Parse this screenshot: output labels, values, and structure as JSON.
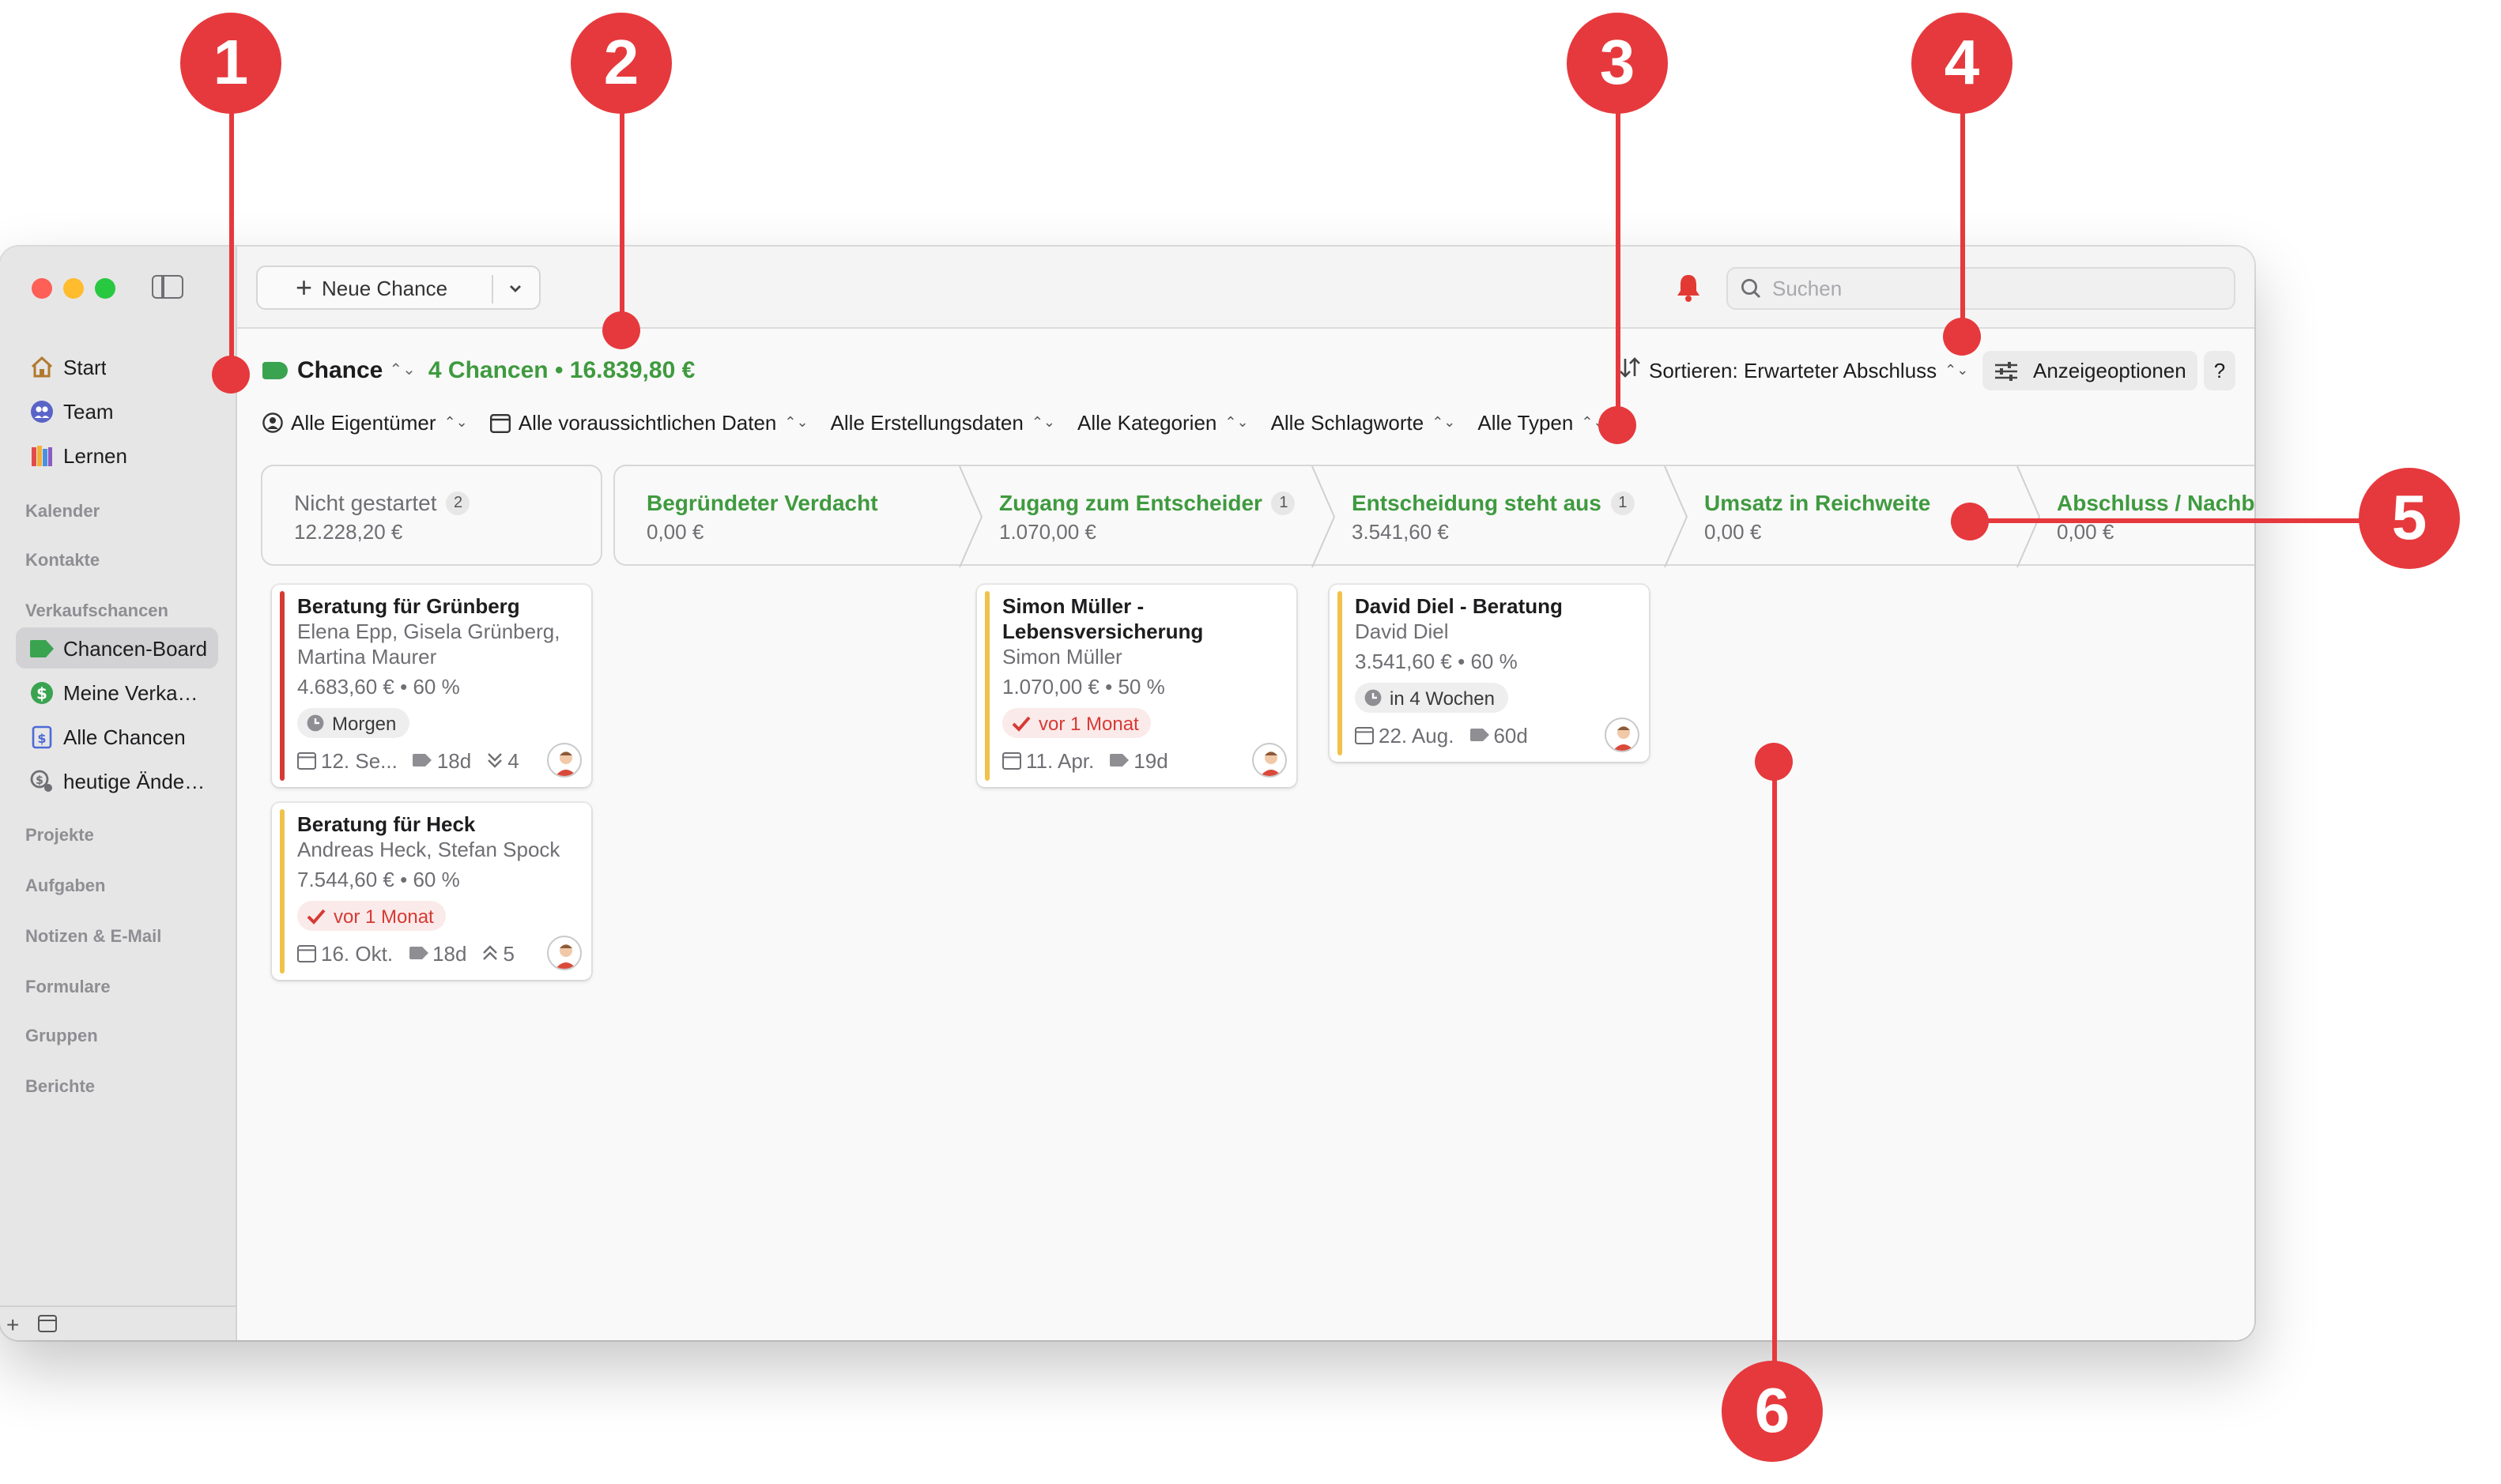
{
  "toolbar": {
    "new_label": "Neue Chance",
    "search_placeholder": "Suchen"
  },
  "sidebar": {
    "items_top": [
      {
        "label": "Start",
        "icon": "home-icon"
      },
      {
        "label": "Team",
        "icon": "team-icon"
      },
      {
        "label": "Lernen",
        "icon": "books-icon"
      }
    ],
    "sections": {
      "kalender": "Kalender",
      "kontakte": "Kontakte",
      "verkaufschancen": "Verkaufschancen",
      "projekte": "Projekte",
      "aufgaben": "Aufgaben",
      "notizen": "Notizen & E-Mail",
      "formulare": "Formulare",
      "gruppen": "Gruppen",
      "berichte": "Berichte"
    },
    "sales_items": [
      {
        "label": "Chancen-Board",
        "icon": "tag-icon",
        "active": true
      },
      {
        "label": "Meine Verkaufschancen",
        "icon": "dollar-icon"
      },
      {
        "label": "Alle Chancen",
        "icon": "list-icon"
      },
      {
        "label": "heutige Änderungen",
        "icon": "changes-icon"
      }
    ]
  },
  "header": {
    "title": "Chance",
    "summary": "4 Chancen • 16.839,80 €",
    "sort_label": "Sortieren: Erwarteter Abschluss",
    "display_options": "Anzeigeoptionen",
    "help": "?"
  },
  "filters": [
    {
      "label": "Alle Eigentümer"
    },
    {
      "label": "Alle voraussichtlichen Daten"
    },
    {
      "label": "Alle Erstellungsdaten"
    },
    {
      "label": "Alle Kategorien"
    },
    {
      "label": "Alle Schlagworte"
    },
    {
      "label": "Alle Typen"
    }
  ],
  "stages": [
    {
      "name": "Nicht gestartet",
      "count": "2",
      "amount": "12.228,20 €"
    },
    {
      "name": "Begründeter Verdacht",
      "count": "",
      "amount": "0,00 €"
    },
    {
      "name": "Zugang zum Entscheider",
      "count": "1",
      "amount": "1.070,00 €"
    },
    {
      "name": "Entscheidung steht aus",
      "count": "1",
      "amount": "3.541,60 €"
    },
    {
      "name": "Umsatz in Reichweite",
      "count": "",
      "amount": "0,00 €"
    },
    {
      "name": "Abschluss / Nachbe",
      "count": "",
      "amount": "0,00 €"
    }
  ],
  "cards": [
    {
      "title": "Beratung für Grünberg",
      "people": [
        "Elena Epp, Gisela Grünberg,",
        "Martina Maurer"
      ],
      "amount": "4.683,60 € • 60 %",
      "pill": "Morgen",
      "date": "12. Se...",
      "age": "18d",
      "priority": "4",
      "bar_color": "#d63a34"
    },
    {
      "title": "Beratung für Heck",
      "people": [
        "Andreas Heck, Stefan Spock"
      ],
      "amount": "7.544,60 € • 60 %",
      "pill": "vor 1 Monat",
      "date": "16. Okt.",
      "age": "18d",
      "priority": "5",
      "bar_color": "#f0c24a"
    },
    {
      "title_lines": [
        "Simon Müller -",
        "Lebensversicherung"
      ],
      "people": [
        "Simon Müller"
      ],
      "amount": "1.070,00 € • 50 %",
      "pill": "vor 1 Monat",
      "date": "11. Apr.",
      "age": "19d",
      "bar_color": "#f0c24a"
    },
    {
      "title": "David Diel - Beratung",
      "people": [
        "David Diel"
      ],
      "amount": "3.541,60 € • 60 %",
      "pill": "in 4 Wochen",
      "date": "22. Aug.",
      "age": "60d",
      "bar_color": "#f0c24a"
    }
  ],
  "annotations": [
    "1",
    "2",
    "3",
    "4",
    "5",
    "6"
  ],
  "colors": {
    "accent_green": "#3f9a3f",
    "marker_red": "#e6393d",
    "alert_red": "#d63a34",
    "bar_yellow": "#f0c24a"
  }
}
